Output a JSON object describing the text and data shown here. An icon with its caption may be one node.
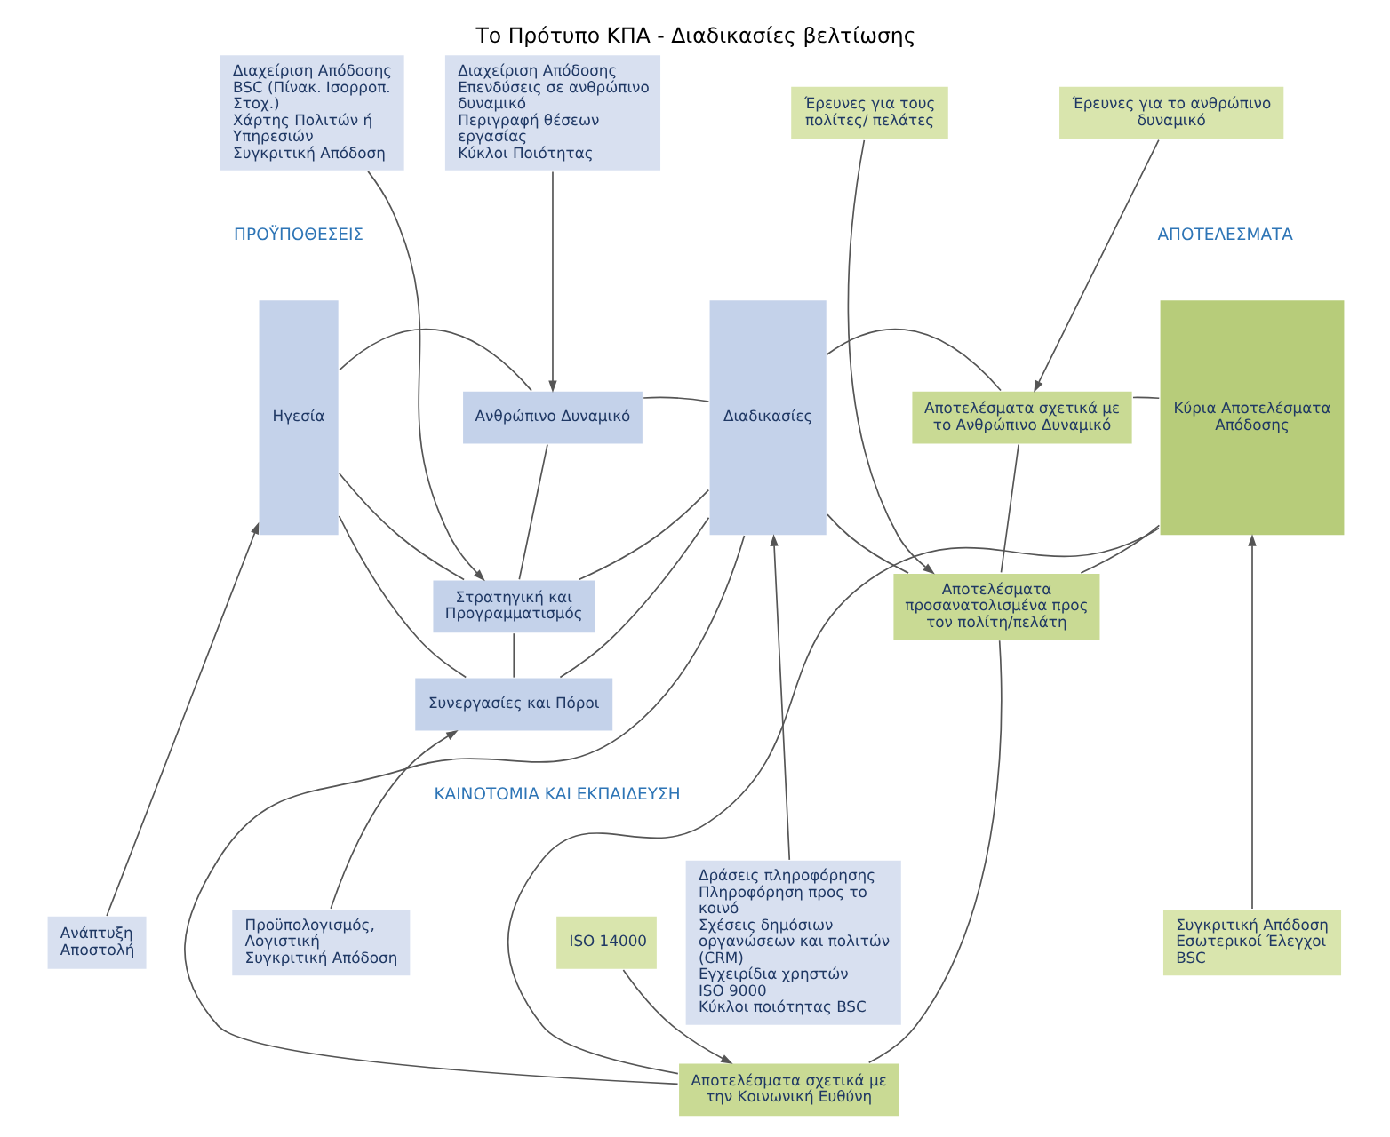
{
  "diagram": {
    "title": "Το Πρότυπο ΚΠΑ - Διαδικασίες βελτίωσης",
    "nodes": [
      {
        "text": [
          "Διαχείριση Απόδοσης",
          "BSC (Πίνακ. Ισορροπ. Στοχ.)",
          "Χάρτης Πολιτών ή Υπηρεσιών",
          "Συγκριτική Απόδοση"
        ]
      },
      {
        "text": [
          "Διαχείριση Απόδοσης",
          "Επενδύσεις σε ανθρώπινο δυναμικό",
          "Περιγραφή θέσεων εργασίας",
          "Κύκλοι Ποιότητας"
        ]
      },
      {
        "text": [
          "Έρευνες για το ανθρώπινο δυναμικό"
        ]
      },
      {
        "text": [
          "Έρευνες για τους πολίτες/ πελάτες"
        ]
      },
      {
        "text": [
          "Ηγεσία"
        ]
      },
      {
        "text": [
          "Ανθρώπινο Δυναμικό"
        ]
      },
      {
        "text": [
          "Στρατηγική και Προγραμματισμός"
        ]
      },
      {
        "text": [
          "Συνεργασίες και Πόροι"
        ]
      },
      {
        "text": [
          "Διαδικασίες"
        ]
      },
      {
        "text": [
          "Αποτελέσματα σχετικά με το Ανθρώπινο Δυναμικό"
        ]
      },
      {
        "text": [
          "Αποτελέσματα προσανατολισμένα προς τον πολίτη/πελάτη"
        ]
      },
      {
        "text": [
          "Αποτελέσματα σχετικά με την Κοινωνική Ευθύνη"
        ]
      },
      {
        "text": [
          "Κύρια Αποτελέσματα Απόδοσης"
        ]
      },
      {
        "text": [
          "Ανάπτυξη",
          "Αποστολή"
        ]
      },
      {
        "text": [
          "Προϋπολογισμός, Λογιστική",
          "Συγκριτική Απόδοση"
        ]
      },
      {
        "text": [
          "Δράσεις πληροφόρησης",
          "Πληροφόρηση προς το κοινό",
          "Σχέσεις δημόσιων οργανώσεων και πολιτών (CRM)",
          "Εγχειρίδια χρηστών",
          "ISO 9000",
          "Κύκλοι ποιότητας BSC"
        ]
      },
      {
        "text": [
          "ISO 14000"
        ]
      },
      {
        "text": [
          "Συγκριτική Απόδοση",
          "Εσωτερικοί Έλεγχοι",
          "BSC"
        ]
      }
    ],
    "edges": [
      {
        "from": 0,
        "to": 6,
        "arrow": "to"
      },
      {
        "from": 1,
        "to": 5,
        "arrow": "to"
      },
      {
        "from": 2,
        "to": 9,
        "arrow": "to"
      },
      {
        "from": 3,
        "to": 10,
        "arrow": "to"
      },
      {
        "from": 4,
        "to": 5,
        "arrow": "none"
      },
      {
        "from": 4,
        "to": 6,
        "arrow": "none"
      },
      {
        "from": 4,
        "to": 7,
        "arrow": "none"
      },
      {
        "from": 5,
        "to": 6,
        "arrow": "none"
      },
      {
        "from": 6,
        "to": 7,
        "arrow": "none"
      },
      {
        "from": 5,
        "to": 8,
        "arrow": "none"
      },
      {
        "from": 6,
        "to": 8,
        "arrow": "none"
      },
      {
        "from": 7,
        "to": 8,
        "arrow": "none"
      },
      {
        "from": 8,
        "to": 9,
        "arrow": "none"
      },
      {
        "from": 8,
        "to": 10,
        "arrow": "none"
      },
      {
        "from": 8,
        "to": 11,
        "arrow": "none"
      },
      {
        "from": 9,
        "to": 10,
        "arrow": "none"
      },
      {
        "from": 10,
        "to": 11,
        "arrow": "none"
      },
      {
        "from": 9,
        "to": 12,
        "arrow": "none"
      },
      {
        "from": 10,
        "to": 12,
        "arrow": "none"
      },
      {
        "from": 11,
        "to": 12,
        "arrow": "none"
      },
      {
        "from": 13,
        "to": 4,
        "arrow": "to"
      },
      {
        "from": 14,
        "to": 7,
        "arrow": "to"
      },
      {
        "from": 15,
        "to": 8,
        "arrow": "to"
      },
      {
        "from": 16,
        "to": 11,
        "arrow": "to"
      },
      {
        "from": 17,
        "to": 12,
        "arrow": "to"
      }
    ],
    "labels": [
      "ΠΡΟΫΠΟΘΕΣΕΙΣ",
      "ΑΠΟΤΕΛΕΣΜΑΤΑ",
      "ΚΑΙΝΟΤΟΜΙΑ ΚΑΙ ΕΚΠΑΙΔΕΥΣΗ"
    ]
  }
}
